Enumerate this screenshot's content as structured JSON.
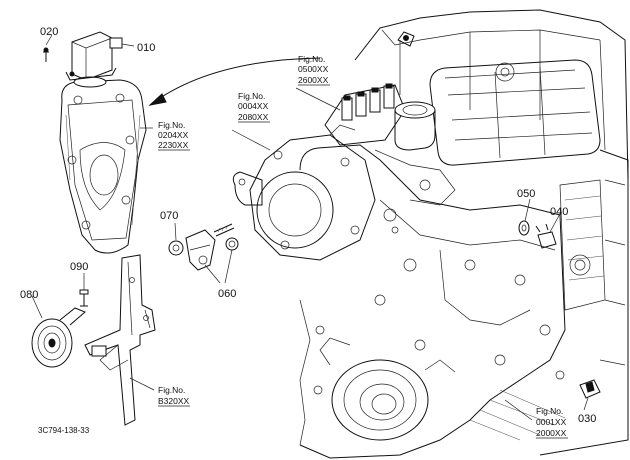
{
  "parts": {
    "p010": "010",
    "p020": "020",
    "p030": "030",
    "p040": "040",
    "p050": "050",
    "p060": "060",
    "p070": "070",
    "p080": "080",
    "p090": "090"
  },
  "fig_refs": {
    "pump_cover": {
      "label": "Fig.No.",
      "no1": "0204XX",
      "no2": "2230XX"
    },
    "injection": {
      "label": "Fig.No.",
      "no1": "0500XX",
      "no2": "2600XX"
    },
    "water_pump": {
      "label": "Fig.No.",
      "no1": "0004XX",
      "no2": "2080XX"
    },
    "bracket": {
      "label": "Fig.No.",
      "no1": "B320XX"
    },
    "crankcase": {
      "label": "Fig.No.",
      "no1": "0001XX",
      "no2": "2000XX"
    }
  },
  "drawing_code": "3C794-138-33"
}
